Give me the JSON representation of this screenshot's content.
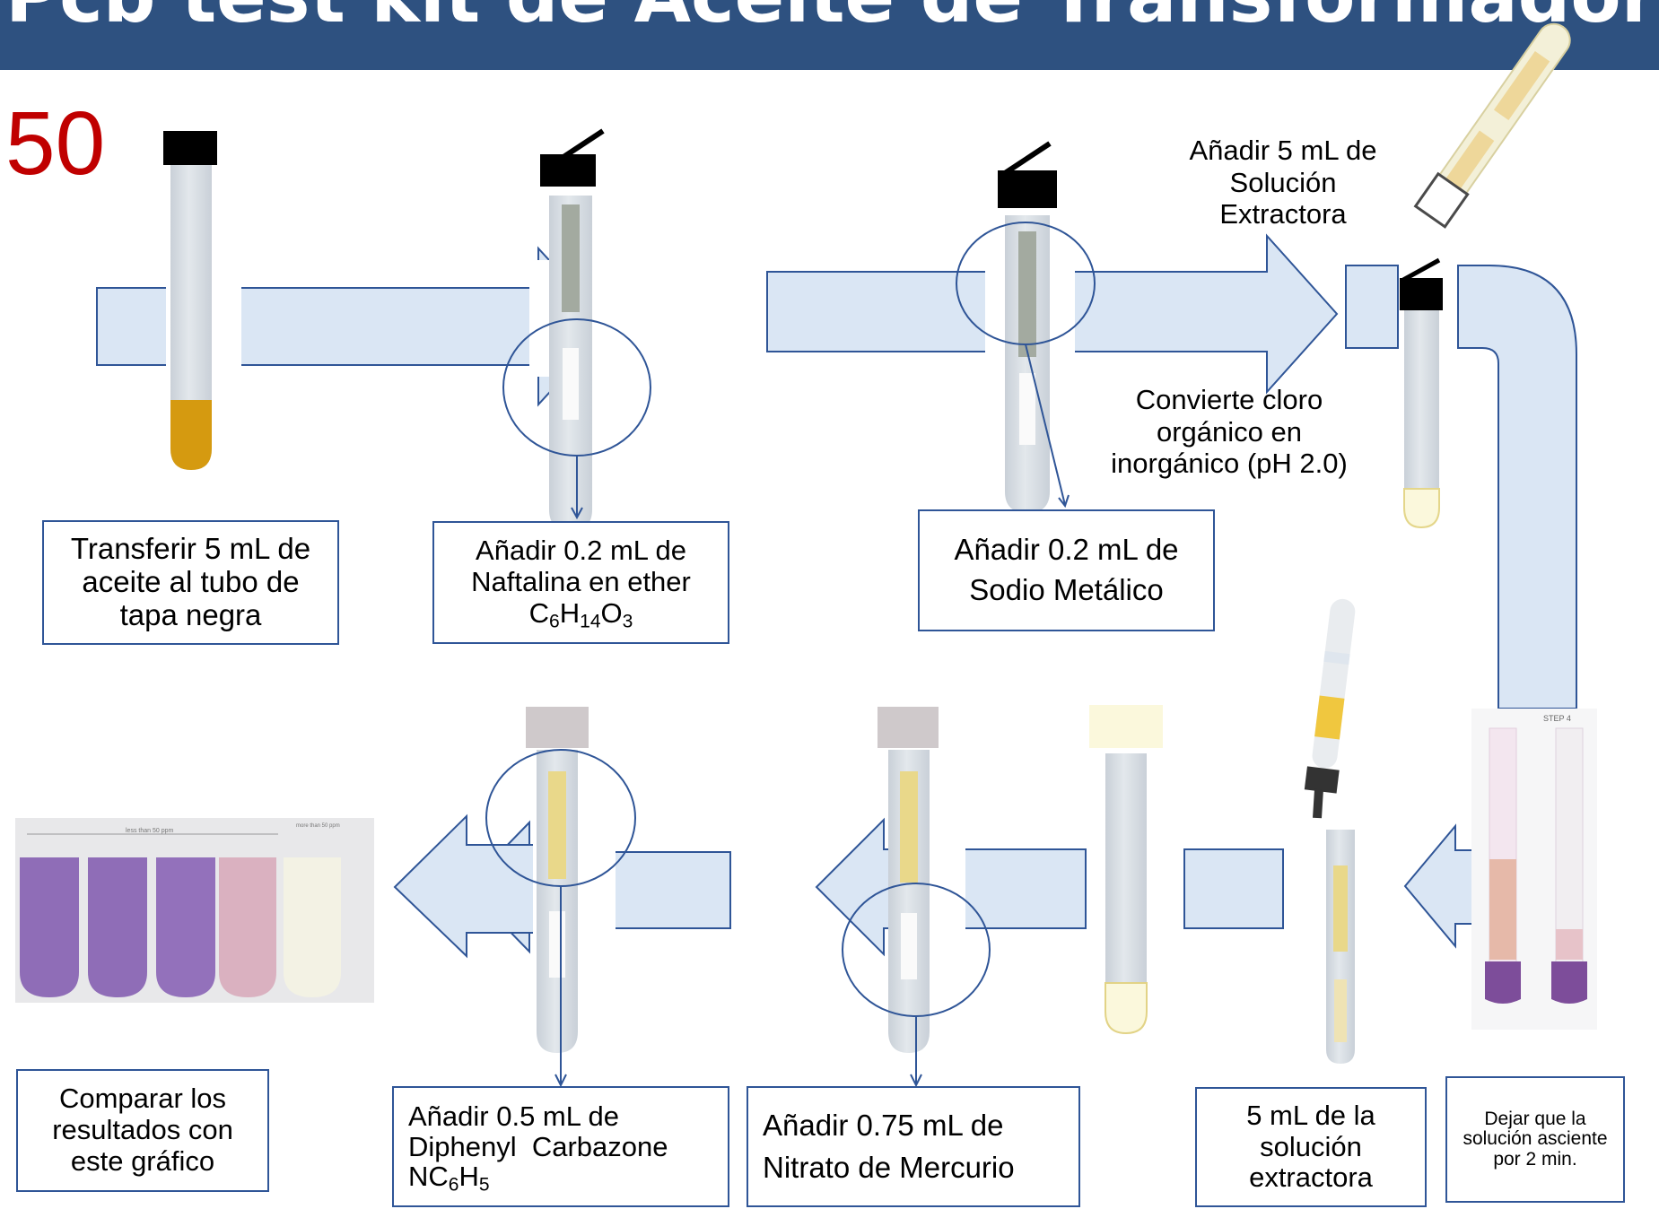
{
  "slide": {
    "title": "Pcb test kit de Aceite de Transformador",
    "number": "50"
  },
  "steps": {
    "step1": {
      "lines": [
        "Transferir 5 mL de",
        "aceite al tubo de",
        "tapa negra"
      ]
    },
    "step2": {
      "line1": "Añadir 0.2 mL de",
      "line2": "Naftalina en ether",
      "formula": {
        "c": "C",
        "c_n": "6",
        "h": "H",
        "h_n": "14",
        "o": "O",
        "o_n": "3"
      }
    },
    "step3": {
      "lines": [
        "Añadir 0.2 mL de",
        "Sodio Metálico"
      ]
    },
    "step4": {
      "lines": [
        "Añadir 5 mL de",
        "Solución",
        "Extractora"
      ]
    },
    "step4_note": {
      "lines": [
        "Convierte cloro",
        "orgánico en",
        "inorgánico (pH 2.0)"
      ]
    },
    "step5": {
      "lines": [
        "Dejar que la",
        "solución asciente",
        "por 2 min."
      ]
    },
    "step6": {
      "lines": [
        "5 mL de la",
        "solución",
        "extractora"
      ]
    },
    "step7": {
      "lines": [
        "Añadir 0.75 mL de",
        "Nitrato de Mercurio"
      ]
    },
    "step8": {
      "line1": "Añadir 0.5 mL de",
      "line2": "Diphenyl  Carbazone",
      "formula": {
        "n": "NC",
        "c_n": "6",
        "h": "H",
        "h_n": "5"
      }
    },
    "step9": {
      "lines": [
        "Comparar los",
        "resultados con",
        "este gráfico"
      ]
    }
  },
  "photo_labels": {
    "step4_photo": "STEP 4",
    "chart_header": "less than 50 ppm",
    "chart_side": "more than 50 ppm"
  },
  "colors": {
    "header": "#2e5180",
    "arrow_fill": "#dae6f4",
    "arrow_stroke": "#2f5597",
    "tube": "#d7dde3",
    "cap_black": "#000000",
    "cap_grey": "#cfc9cb",
    "cap_cream": "#fbf8dc",
    "oil": "#d59a10",
    "band_grey": "#a3aaa0",
    "band_yellow": "#e9d88a",
    "purple": "#8f6db7",
    "pink": "#dab1c0",
    "slide_number": "#c00000"
  }
}
